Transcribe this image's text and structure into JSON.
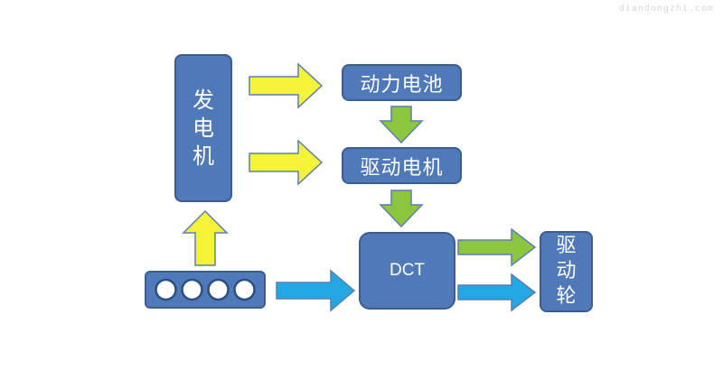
{
  "watermark": "diandongzhi.com",
  "nodes": {
    "generator": "发电机",
    "battery": "动力电池",
    "motor": "驱动电机",
    "dct": "DCT",
    "wheels": "驱动轮"
  },
  "engine": {
    "icon": "engine-cylinders-icon",
    "cylinder_count": 4
  },
  "colors": {
    "box_fill": "#4f79b9",
    "box_border": "#3a5d93",
    "arrow_yellow": "#f4f33a",
    "arrow_green": "#8cc63f",
    "arrow_blue": "#23a8e4",
    "arrow_outline": "#5b7fb0"
  }
}
